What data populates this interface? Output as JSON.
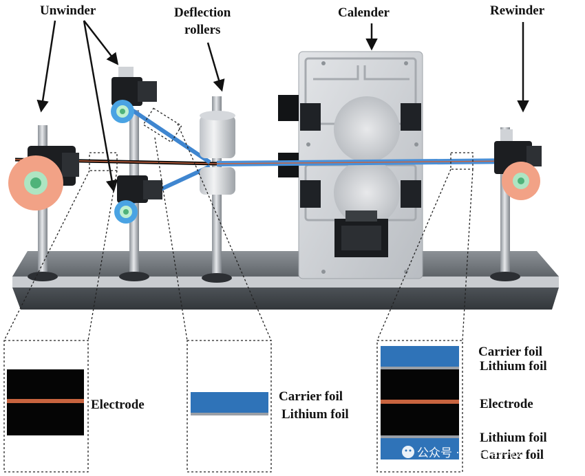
{
  "labels": {
    "unwinder": "Unwinder",
    "deflection_line1": "Deflection",
    "deflection_line2": "rollers",
    "calender": "Calender",
    "rewinder": "Rewinder"
  },
  "insets": {
    "left": {
      "label": "Electrode"
    },
    "middle": {
      "label_top": "Carrier foil",
      "label_bottom": "Lithium foil"
    },
    "right": {
      "labels": [
        "Carrier foil",
        "Lithium foil",
        "Electrode",
        "Lithium foil",
        "Carrier foil"
      ]
    }
  },
  "watermark": "公众号 · 光子湾科技",
  "colors": {
    "carrier_blue": "#2f73b8",
    "lithium_gray": "#9a9fa6",
    "electrode_black": "#050505",
    "electrode_copper": "#c8643f",
    "roll_salmon": "#f2a286"
  }
}
